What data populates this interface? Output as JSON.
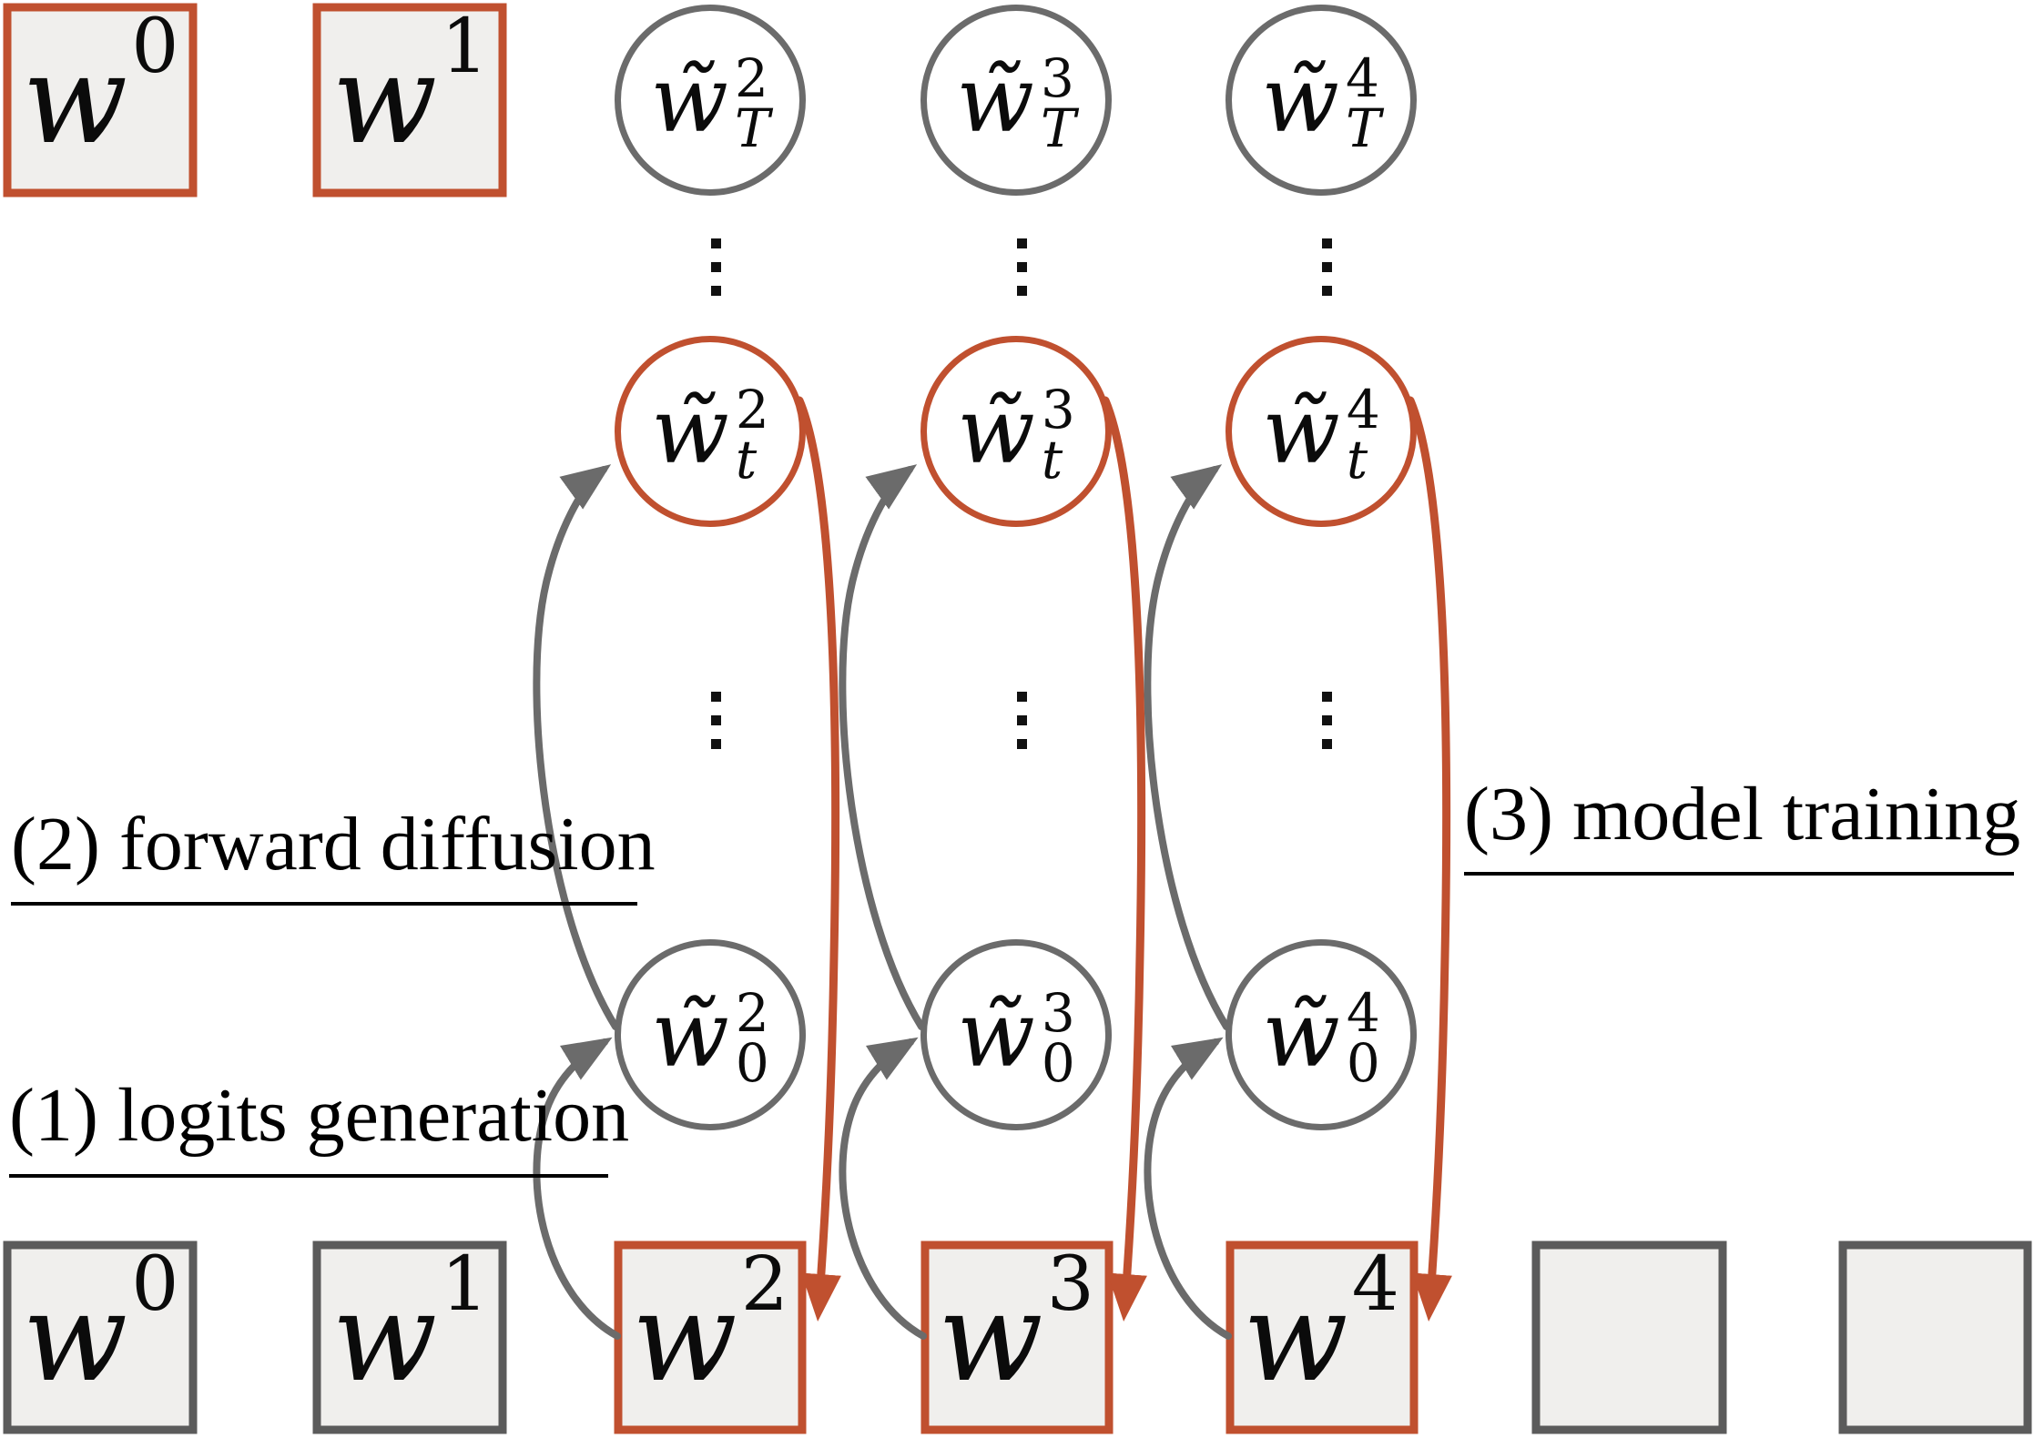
{
  "figure": {
    "colors": {
      "accent_red": "#C0502F",
      "stroke_gray": "#6B6B6B",
      "border_gray": "#5B5B5B",
      "node_fill": "#F0EFED",
      "text_black": "#0B0B0B",
      "bg": "#FFFFFF"
    },
    "steps": {
      "step1_label": "(1) logits generation",
      "step2_label": "(2) forward diffusion",
      "step3_label": "(3) model training"
    },
    "w_char": "w",
    "w_tilde": "w̃",
    "top_squares": [
      {
        "base": "w",
        "sup": "0",
        "variant": "red"
      },
      {
        "base": "w",
        "sup": "1",
        "variant": "red"
      }
    ],
    "bottom_squares": [
      {
        "base": "w",
        "sup": "0",
        "variant": "gray"
      },
      {
        "base": "w",
        "sup": "1",
        "variant": "gray"
      },
      {
        "base": "w",
        "sup": "2",
        "variant": "red"
      },
      {
        "base": "w",
        "sup": "3",
        "variant": "red"
      },
      {
        "base": "w",
        "sup": "4",
        "variant": "red"
      },
      {
        "base": "",
        "sup": "",
        "variant": "gray"
      },
      {
        "base": "",
        "sup": "",
        "variant": "gray"
      }
    ],
    "columns": [
      {
        "noise_top": {
          "sup": "2",
          "sub": "T",
          "variant": "gray"
        },
        "noise_mid": {
          "sup": "2",
          "sub": "t",
          "variant": "red"
        },
        "logits": {
          "sup": "2",
          "sub": "0",
          "variant": "gray"
        }
      },
      {
        "noise_top": {
          "sup": "3",
          "sub": "T",
          "variant": "gray"
        },
        "noise_mid": {
          "sup": "3",
          "sub": "t",
          "variant": "red"
        },
        "logits": {
          "sup": "3",
          "sub": "0",
          "variant": "gray"
        }
      },
      {
        "noise_top": {
          "sup": "4",
          "sub": "T",
          "variant": "gray"
        },
        "noise_mid": {
          "sup": "4",
          "sub": "t",
          "variant": "red"
        },
        "logits": {
          "sup": "4",
          "sub": "0",
          "variant": "gray"
        }
      }
    ]
  }
}
